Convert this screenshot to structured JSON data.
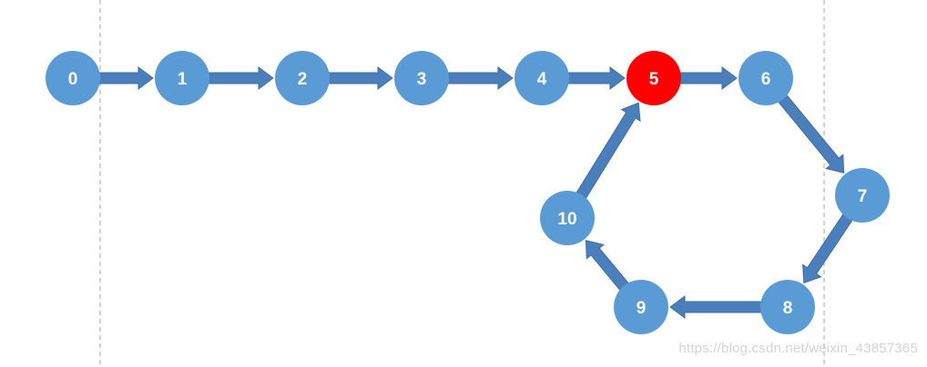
{
  "diagram": {
    "nodes": [
      {
        "id": "0",
        "label": "0",
        "highlight": false
      },
      {
        "id": "1",
        "label": "1",
        "highlight": false
      },
      {
        "id": "2",
        "label": "2",
        "highlight": false
      },
      {
        "id": "3",
        "label": "3",
        "highlight": false
      },
      {
        "id": "4",
        "label": "4",
        "highlight": false
      },
      {
        "id": "5",
        "label": "5",
        "highlight": true
      },
      {
        "id": "6",
        "label": "6",
        "highlight": false
      },
      {
        "id": "7",
        "label": "7",
        "highlight": false
      },
      {
        "id": "8",
        "label": "8",
        "highlight": false
      },
      {
        "id": "9",
        "label": "9",
        "highlight": false
      },
      {
        "id": "10",
        "label": "10",
        "highlight": false
      }
    ],
    "edges": [
      {
        "from": "0",
        "to": "1"
      },
      {
        "from": "1",
        "to": "2"
      },
      {
        "from": "2",
        "to": "3"
      },
      {
        "from": "3",
        "to": "4"
      },
      {
        "from": "4",
        "to": "5"
      },
      {
        "from": "5",
        "to": "6"
      },
      {
        "from": "6",
        "to": "7"
      },
      {
        "from": "7",
        "to": "8"
      },
      {
        "from": "8",
        "to": "9"
      },
      {
        "from": "9",
        "to": "10"
      },
      {
        "from": "10",
        "to": "5"
      }
    ],
    "colors": {
      "node": "#5b9bd5",
      "node_highlight": "#ff0000",
      "arrow": "#4a7fbb",
      "arrow_edge": "#3f6fa5",
      "guide_line": "#a6a6a6"
    }
  },
  "watermark": "https://blog.csdn.net/weixin_43857365"
}
